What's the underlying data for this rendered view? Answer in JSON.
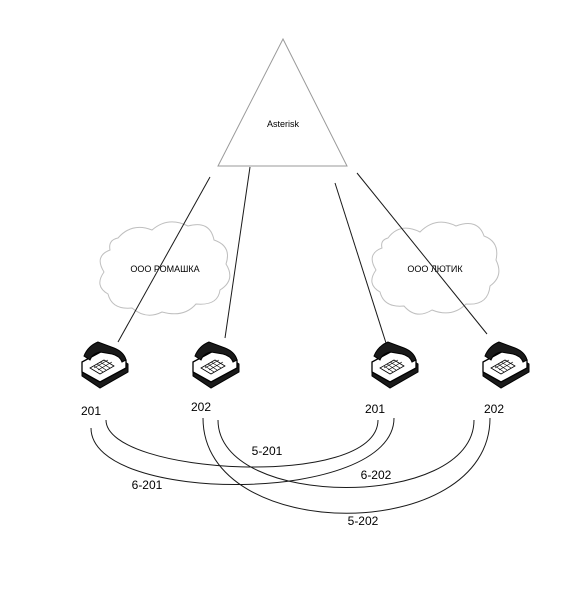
{
  "server": {
    "label": "Asterisk"
  },
  "orgs": [
    {
      "label": "ООО РОМАШКА"
    },
    {
      "label": "ООО ЛЮТИК"
    }
  ],
  "phones": [
    {
      "number": "201",
      "org": "ООО РОМАШКА",
      "icon": "telephone-icon"
    },
    {
      "number": "202",
      "org": "ООО РОМАШКА",
      "icon": "telephone-icon"
    },
    {
      "number": "201",
      "org": "ООО ЛЮТИК",
      "icon": "telephone-icon"
    },
    {
      "number": "202",
      "org": "ООО ЛЮТИК",
      "icon": "telephone-icon"
    }
  ],
  "links": [
    {
      "label": "5-201"
    },
    {
      "label": "6-201"
    },
    {
      "label": "6-202"
    },
    {
      "label": "5-202"
    }
  ]
}
